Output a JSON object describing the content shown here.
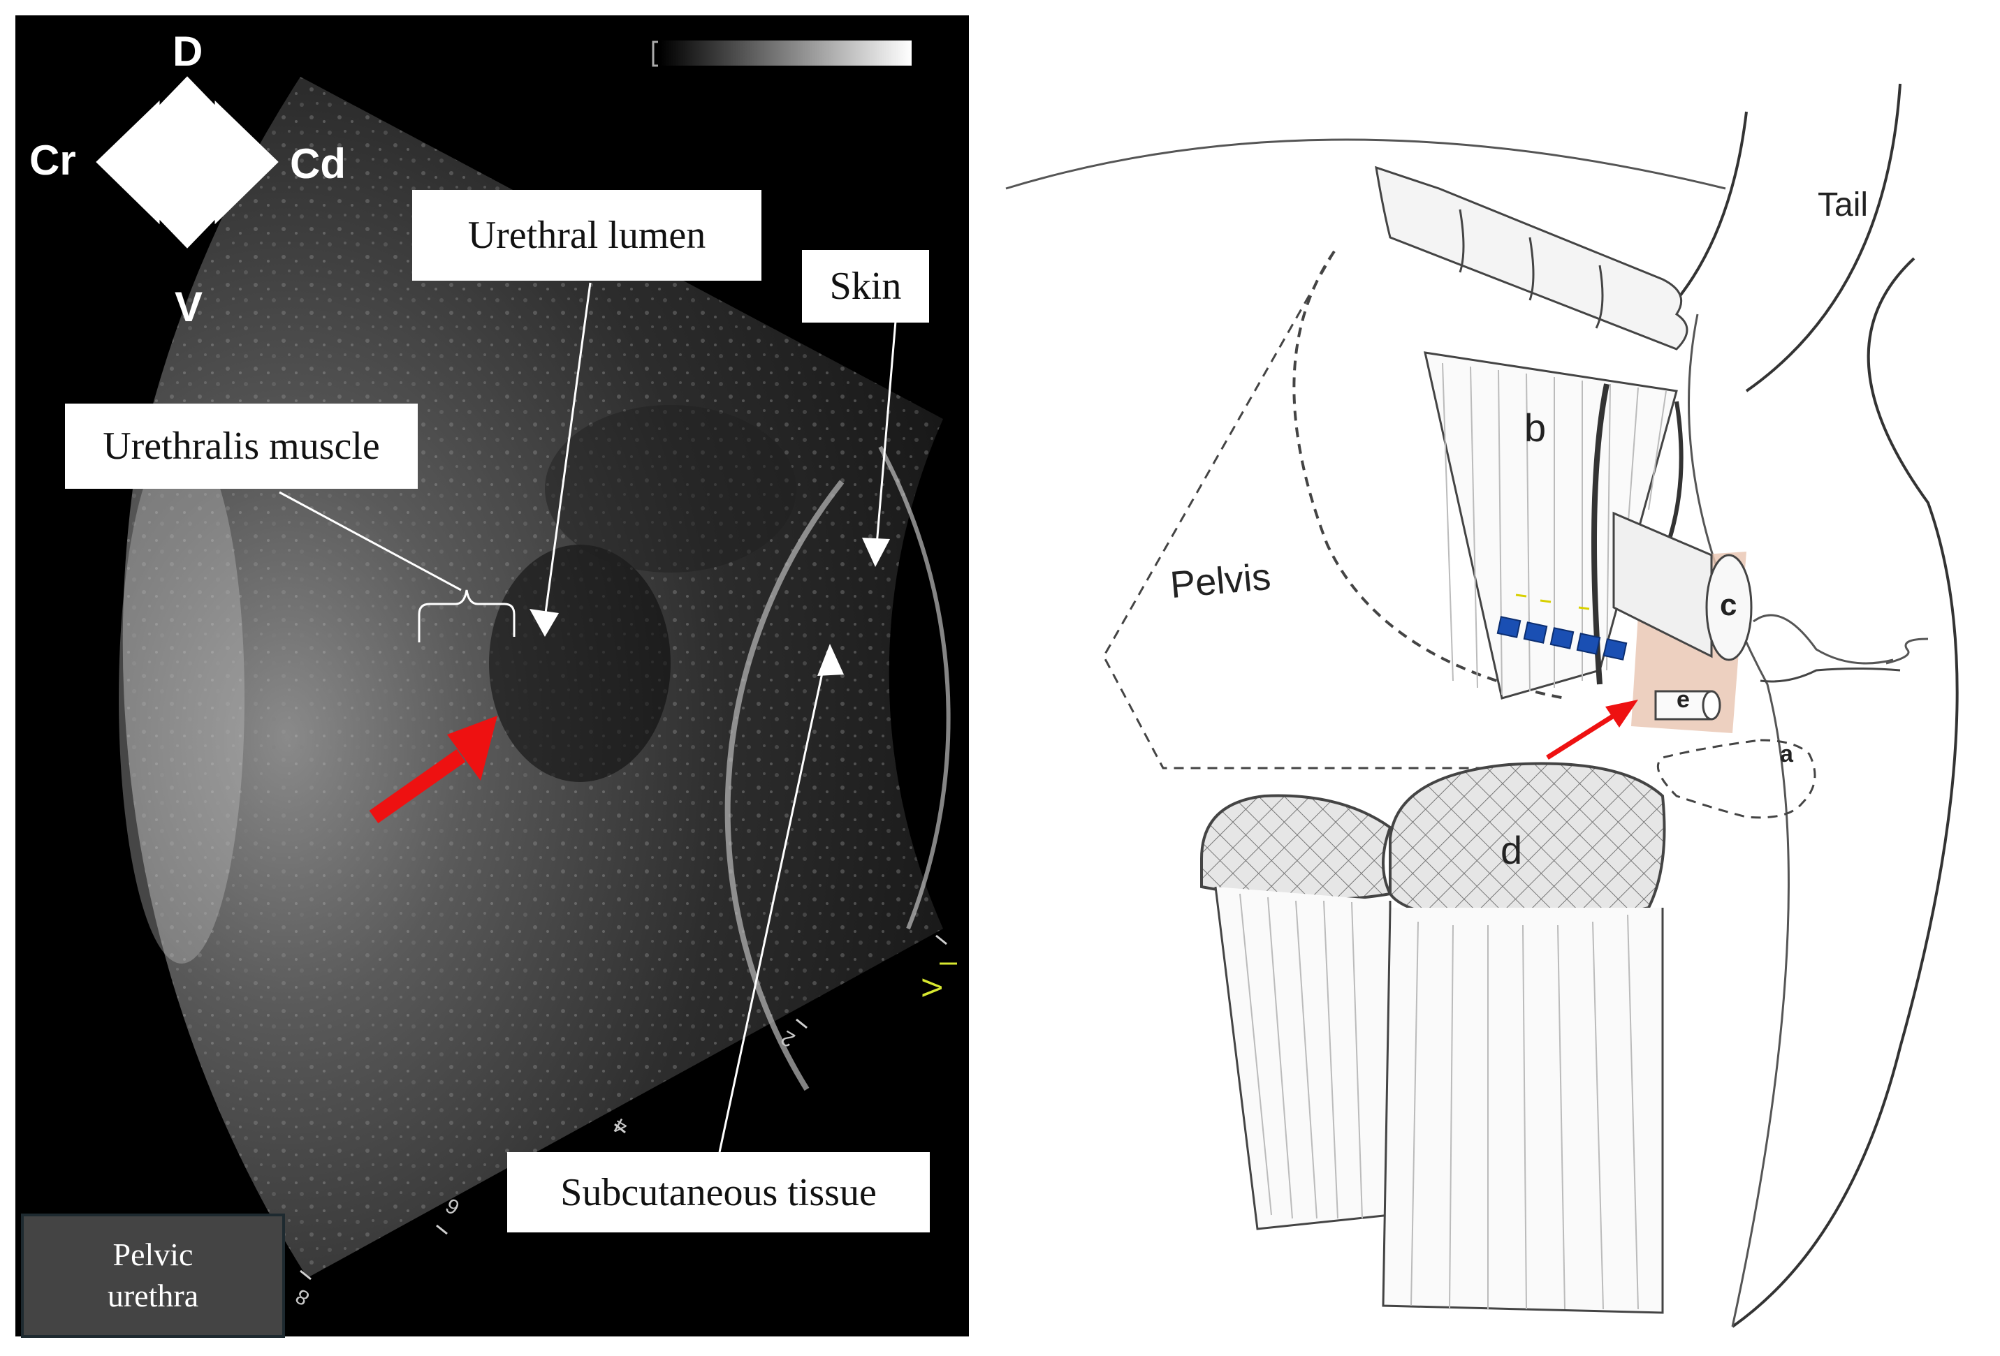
{
  "ultrasound": {
    "orientation": {
      "dorsal": "D",
      "ventral": "V",
      "cranial": "Cr",
      "caudal": "Cd"
    },
    "labels": {
      "urethral_lumen": "Urethral lumen",
      "skin": "Skin",
      "urethralis_muscle": "Urethralis muscle",
      "subcutaneous_tissue": "Subcutaneous tissue"
    },
    "inset": {
      "line1": "Pelvic",
      "line2": "urethra"
    },
    "depth_scale": [
      "2",
      "4",
      "6",
      "8"
    ],
    "marker": "V"
  },
  "diagram": {
    "labels": {
      "tail": "Tail",
      "pelvis": "Pelvis"
    },
    "letters": {
      "a": "a",
      "b": "b",
      "c": "c",
      "d": "d",
      "e": "e"
    }
  },
  "colors": {
    "arrow": "#ee1111",
    "transducer_array": "#1a4fb3",
    "ultrasound_background": "#000000",
    "beam_fan": "#e8c4b0"
  }
}
